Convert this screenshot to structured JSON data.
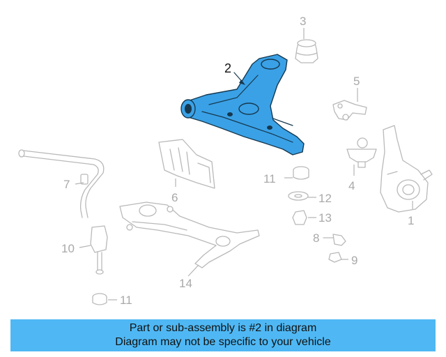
{
  "diagram": {
    "highlight_color": "#3aa1e6",
    "callouts": [
      "1",
      "2",
      "3",
      "4",
      "5",
      "6",
      "7",
      "8",
      "9",
      "10",
      "11",
      "11",
      "12",
      "13",
      "14"
    ]
  },
  "banner": {
    "line1": "Part or sub-assembly is #2 in diagram",
    "line2": "Diagram may not be specific to your vehicle",
    "color": "#4fb8f4"
  }
}
